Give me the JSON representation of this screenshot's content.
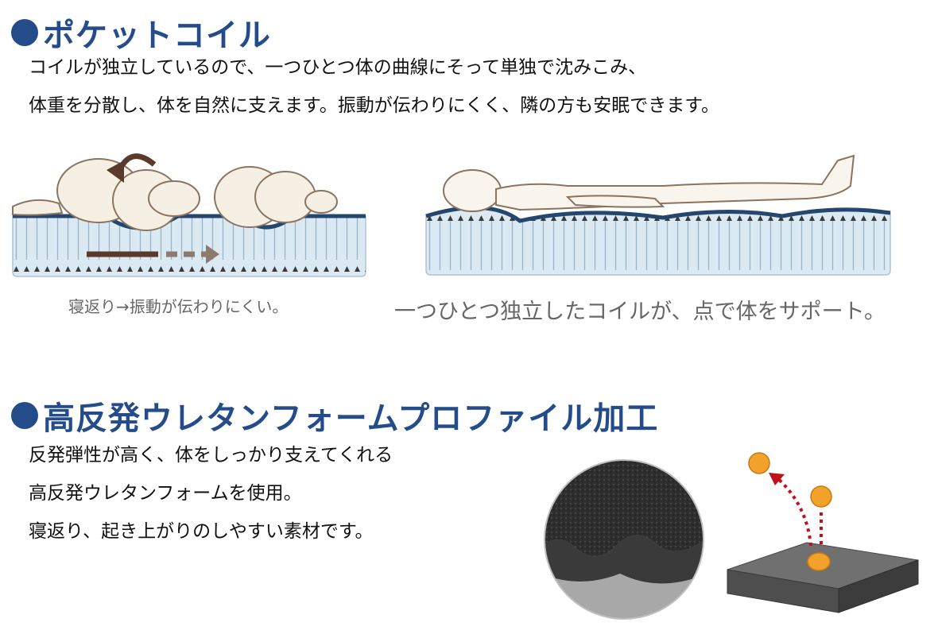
{
  "section1": {
    "title": "ポケットコイル",
    "lines": [
      "コイルが独立しているので、一つひとつ体の曲線にそって単独で沈みこみ、",
      "体重を分散し、体を自然に支えます。振動が伝わりにくく、隣の方も安眠できます。"
    ],
    "caption_left": "寝返り→振動が伝わりにくい。",
    "caption_right": "一つひとつ独立したコイルが、点で体をサポート。"
  },
  "section2": {
    "title": "高反発ウレタンフォームプロファイル加工",
    "lines": [
      "反発弾性が高く、体をしっかり支えてくれる",
      "高反発ウレタンフォームを使用。",
      "寝返り、起き上がりのしやすい素材です。"
    ]
  },
  "colors": {
    "heading": "#244b8a",
    "coil_fill": "#dbe9f3",
    "coil_surface": "#24466f",
    "arrow": "#6a4a3a",
    "foam": "#2b2b2b",
    "ball": "#f2a12a",
    "dashed_arrow": "#c0101c"
  }
}
